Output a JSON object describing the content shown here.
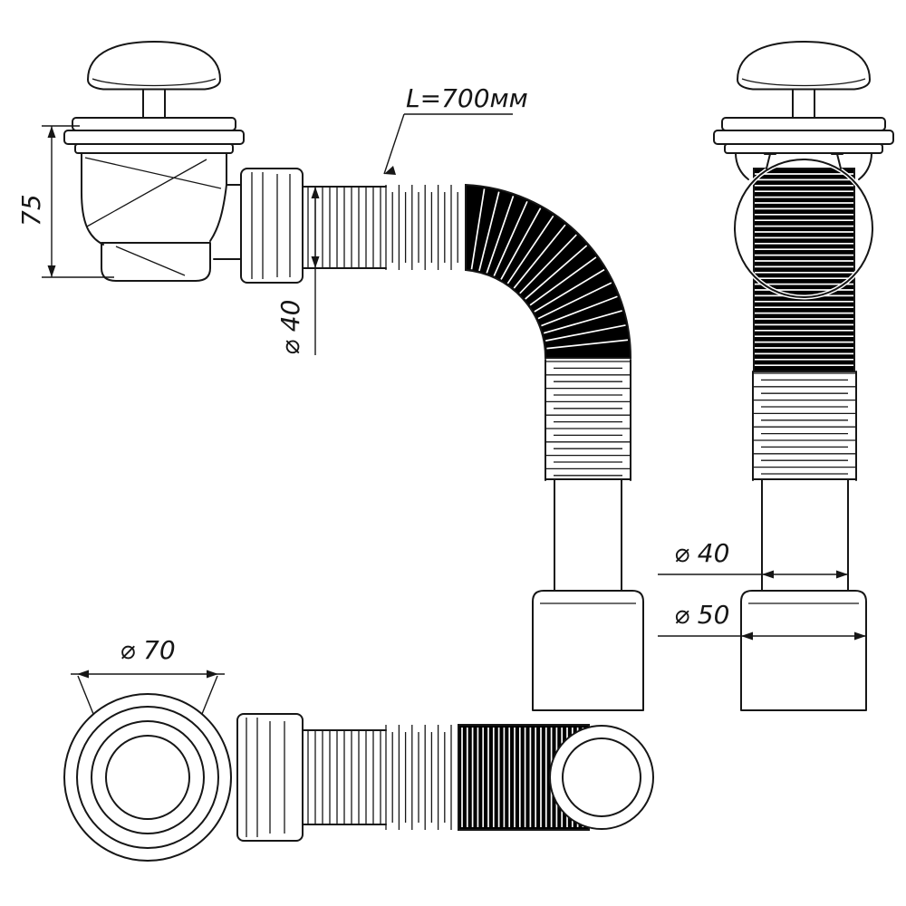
{
  "drawing": {
    "line_color": "#161616",
    "hose_color": "#000000",
    "background": "#ffffff",
    "labels": {
      "height": "75",
      "pipe_diameter_side": "⌀ 40",
      "hose_length": "L=700мм",
      "pipe_diameter_front": "⌀ 40",
      "outlet_diameter_front": "⌀ 50",
      "drain_diameter_top": "⌀ 70"
    }
  }
}
